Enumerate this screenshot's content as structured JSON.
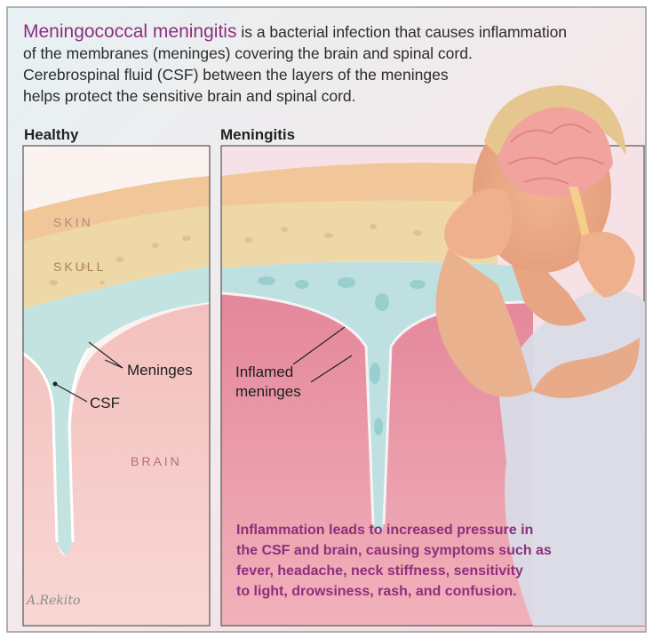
{
  "intro": {
    "highlight": "Meningococcal meningitis",
    "line1_rest": " is a bacterial infection that causes inflammation",
    "line2": "of the membranes (meninges) covering the brain and spinal cord.",
    "line3": "Cerebrospinal fluid (CSF) between the layers of the meninges",
    "line4": "helps protect the sensitive brain and spinal cord."
  },
  "panels": {
    "healthy": "Healthy",
    "meningitis": "Meningitis"
  },
  "tissue_labels": {
    "skin": "SKIN",
    "skull": "SKULL",
    "brain": "BRAIN"
  },
  "callouts": {
    "meninges": "Meninges",
    "csf": "CSF",
    "inflamed_line1": "Inflamed",
    "inflamed_line2": "meninges"
  },
  "bottom_text": {
    "line1": "Inflammation leads to increased pressure in",
    "line2": "the CSF and brain, causing symptoms such as",
    "line3": "fever, headache, neck stiffness, sensitivity",
    "line4": "to light, drowsiness, rash, and confusion."
  },
  "signature": "A.Rekito",
  "colors": {
    "accent": "#8e2f7d",
    "frame": "#9b9b9b",
    "skin": "#f1c79a",
    "skull": "#eed8a8",
    "csf": "#c3e3e1",
    "brain": "#f5c3c0",
    "inflamed_brain": "#ea8aa0"
  }
}
